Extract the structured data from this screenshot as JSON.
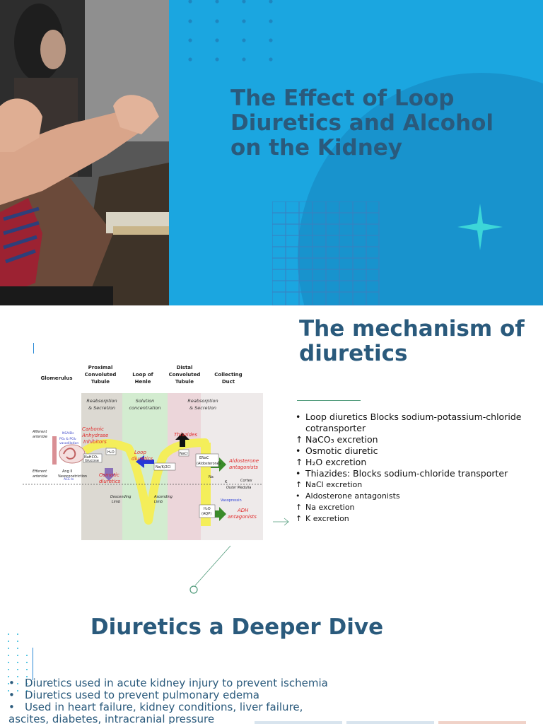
{
  "slide1": {
    "title": "The Effect of Loop Diuretics and Alcohol on the Kidney"
  },
  "slide2": {
    "title": "The mechanism of diuretics",
    "diagram": {
      "headers": [
        "Glomerulus",
        "Proximal Convoluted Tubule",
        "Loop of Henle",
        "Distal Convoluted Tubule",
        "Collecting Duct"
      ],
      "zones": [
        "Reabsorption & Secretion",
        "Solution concentration",
        "Reabsorption & Secretion"
      ],
      "drug_labels": {
        "carbonic": "Carbonic Anhydrase Inhibitors",
        "osmotic": "Osmotic diuretics",
        "loop": "Loop diuretics",
        "thiazides": "Thiazides",
        "aldosterone": "Aldosterone antagonists",
        "adh": "ADH antagonists"
      },
      "small_labels": {
        "afferent": "Afferent arteriole",
        "efferent": "Efferent arteriole",
        "nsaids": "NSAIDs",
        "vasodilation": "PG₂ & PGI₂ vasodilation",
        "angii": "Ang II Vasoconstriction",
        "acei": "ACE-Is",
        "h2o": "H₂O",
        "nahco3": "NaHCO₃ Glucose",
        "nacl": "NaCl",
        "nak2cl": "Na/K/2Cl",
        "enac": "ENaC (Aldosterone)",
        "na": "Na",
        "k": "K",
        "cortex": "Cortex",
        "medulla": "Outer Medulla",
        "descending": "Descending Limb",
        "ascending": "Ascending Limb",
        "vasopressin": "Vasopressin",
        "aqp": "H₂O (AQP)"
      }
    },
    "bullets": [
      {
        "marker": "•",
        "text": "Loop diuretics Blocks sodium-potassium-chloride cotransporter",
        "size": "lg"
      },
      {
        "marker": "↑",
        "text": "NaCO₃  excretion",
        "size": "lg"
      },
      {
        "marker": "•",
        "text": "Osmotic diuretic",
        "size": "lg"
      },
      {
        "marker": "↑",
        "text": "H₂O excretion",
        "size": "lg"
      },
      {
        "marker": "•",
        "text": "Thiazides: Blocks sodium-chloride transporter",
        "size": "lg"
      },
      {
        "marker": "↑",
        "text": "NaCl excretion",
        "size": "sm"
      },
      {
        "marker": "•",
        "text": "Aldosterone antagonists",
        "size": "sm"
      },
      {
        "marker": "↑",
        "text": "Na excretion",
        "size": "sm"
      },
      {
        "marker": "↑",
        "text": "K excretion",
        "size": "sm"
      }
    ]
  },
  "slide3": {
    "title": "Diuretics a Deeper Dive",
    "bullets": [
      {
        "marker": "•",
        "text": "Diuretics used in acute kidney injury to prevent ischemia"
      },
      {
        "marker": "•",
        "text": "Diuretics used to prevent  pulmonary edema"
      },
      {
        "marker": "•",
        "text": "Used in heart failure, kidney conditions, liver failure,"
      },
      {
        "marker": "",
        "text": "ascites, diabetes, intracranial pressure"
      }
    ]
  },
  "colors": {
    "title": "#2a5a7c",
    "panel_blue": "#1ba6e0",
    "circle_blue": "#1893cd",
    "teal_accent": "#3cd6d8"
  }
}
